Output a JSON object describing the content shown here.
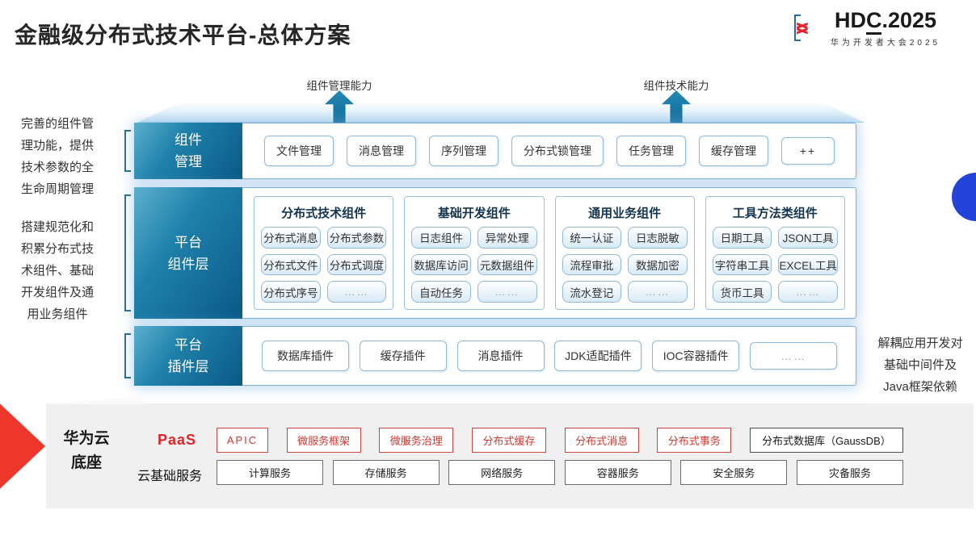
{
  "title": "金融级分布式技术平台-总体方案",
  "logo": {
    "bracket_left": "<",
    "part1": "HD",
    "part2": "C",
    "part3": ".2025",
    "bracket_right": ">",
    "subtitle": "华为开发者大会2025"
  },
  "annotations": {
    "left_top": "完善的组件管\n理功能，提供\n技术参数的全\n生命周期管理",
    "left_bottom": "搭建规范化和\n积累分布式技\n术组件、基础\n开发组件及通\n用业务组件",
    "right": "解耦应用开发对\n基础中间件及\nJava框架依赖"
  },
  "arrows": {
    "left_label": "组件管理能力",
    "right_label": "组件技术能力"
  },
  "rows": {
    "management": {
      "label": "组件\n管理",
      "items": [
        "文件管理",
        "消息管理",
        "序列管理",
        "分布式锁管理",
        "任务管理",
        "缓存管理",
        "++"
      ]
    },
    "components": {
      "label": "平台\n组件层",
      "columns": [
        {
          "title": "分布式技术组件",
          "items": [
            "分布式消息",
            "分布式参数",
            "分布式文件",
            "分布式调度",
            "分布式序号",
            "……"
          ]
        },
        {
          "title": "基础开发组件",
          "items": [
            "日志组件",
            "异常处理",
            "数据库访问",
            "元数据组件",
            "自动任务",
            "……"
          ]
        },
        {
          "title": "通用业务组件",
          "items": [
            "统一认证",
            "日志脱敏",
            "流程审批",
            "数据加密",
            "流水登记",
            "……"
          ]
        },
        {
          "title": "工具方法类组件",
          "items": [
            "日期工具",
            "JSON工具",
            "字符串工具",
            "EXCEL工具",
            "货币工具",
            "……"
          ]
        }
      ]
    },
    "plugins": {
      "label": "平台\n插件层",
      "items": [
        "数据库插件",
        "缓存插件",
        "消息插件",
        "JDK适配插件",
        "IOC容器插件",
        "……"
      ]
    }
  },
  "cloud": {
    "label": "华为云\n底座",
    "paas": {
      "label": "PaaS",
      "items": [
        "APIC",
        "微服务框架",
        "微服务治理",
        "分布式缓存",
        "分布式消息",
        "分布式事务"
      ],
      "db_item": "分布式数据库（GaussDB）"
    },
    "iaas": {
      "label": "云基础服务",
      "items": [
        "计算服务",
        "存储服务",
        "网络服务",
        "容器服务",
        "安全服务",
        "灾备服务"
      ]
    }
  },
  "colors": {
    "accent_teal": "#0a5a86",
    "accent_red": "#e4232c",
    "border_blue": "#7fb0d8",
    "circle_blue": "#2443d8"
  }
}
